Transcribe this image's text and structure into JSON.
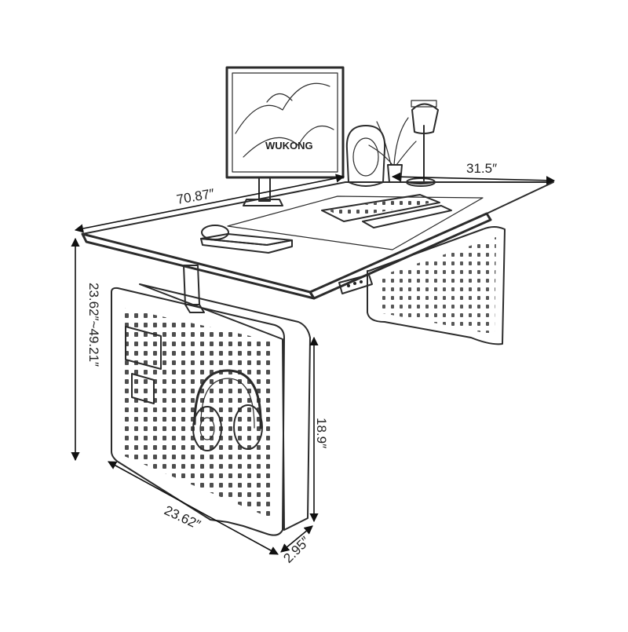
{
  "figure": {
    "monitor_text": "WUKONG",
    "dimensions": {
      "width": "70.87″",
      "depth": "31.5″",
      "height_range": "23.62″~49.21″",
      "panel_height": "18.9″",
      "panel_width": "23.62″",
      "panel_thickness": "2.95″"
    }
  },
  "colors": {
    "line": "#2b2b2b",
    "background": "#ffffff"
  }
}
